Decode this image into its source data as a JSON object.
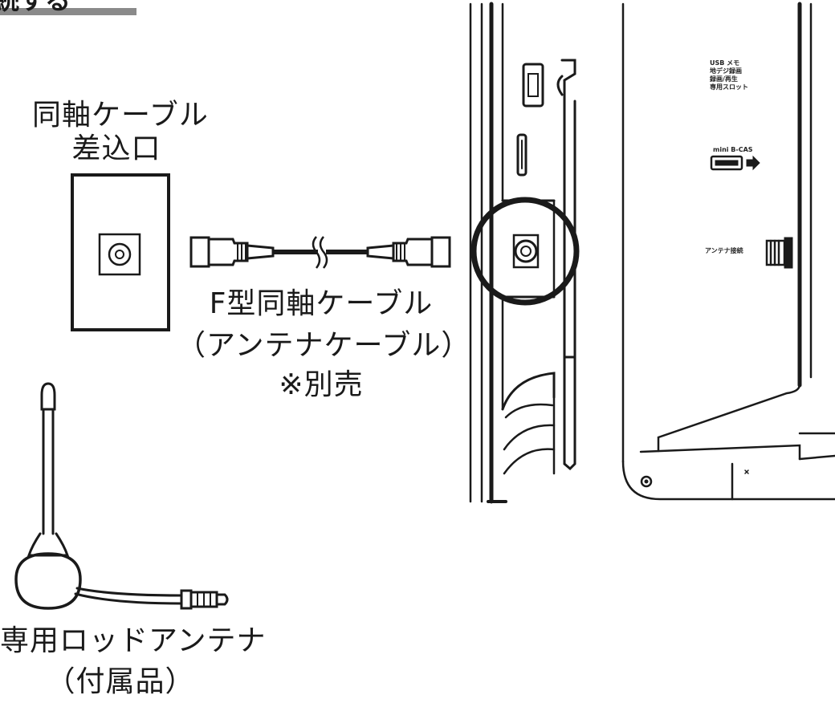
{
  "header_fragment": "続する",
  "wall_outlet": {
    "line1": "同軸ケーブル",
    "line2": "差込口"
  },
  "cable": {
    "line1": "F型同軸ケーブル",
    "line2": "（アンテナケーブル）",
    "line3": "※別売"
  },
  "rod_antenna": {
    "line1": "専用ロッドアンテナ",
    "line2": "（付属品）"
  },
  "device_side_labels": {
    "usb": [
      "USB メモ",
      "地デジ録画",
      "録画/再生",
      "専用スロット"
    ],
    "card": "mini B-CAS",
    "antenna": "アンテナ接続"
  },
  "colors": {
    "ink": "#1a1a1a",
    "header_bar": "#8a8a8a",
    "panel_gray": "#d9d9d9"
  }
}
